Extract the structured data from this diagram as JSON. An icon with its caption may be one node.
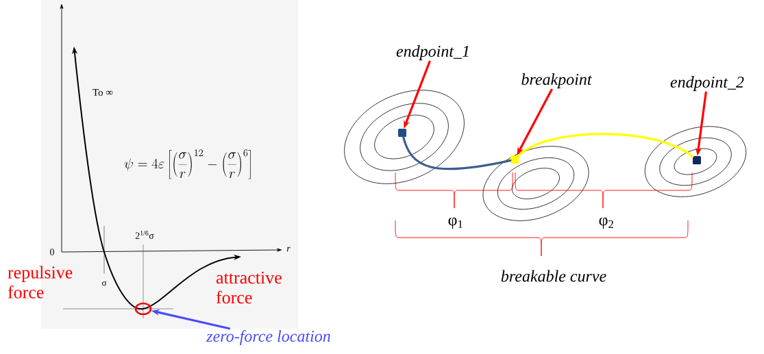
{
  "diagram": {
    "nodes": [
      {
        "text": [
          "zero-force location"
        ]
      },
      {
        "text": [],
        "shape": "circle"
      },
      {
        "text": [
          "endpoint_1"
        ]
      },
      {
        "text": [],
        "shape": "box"
      },
      {
        "text": [
          "breakpoint"
        ]
      },
      {
        "text": [],
        "shape": "box"
      },
      {
        "text": [
          "endpoint_2"
        ]
      },
      {
        "text": [],
        "shape": "box"
      }
    ],
    "edges": [
      {
        "from": 0,
        "to": 1,
        "arrow": "to",
        "color": "#4a4aff"
      },
      {
        "from": 2,
        "to": 3,
        "arrow": "to"
      },
      {
        "from": 4,
        "to": 5,
        "arrow": "to"
      },
      {
        "from": 6,
        "to": 7,
        "arrow": "to"
      },
      {
        "from": 3,
        "to": 5,
        "arrow": "none",
        "color": "#3d5f8f"
      },
      {
        "from": 5,
        "to": 7,
        "arrow": "none",
        "color": "#ffff00"
      }
    ],
    "labels": [
      "To ∞",
      "\\psi = 4\\varepsilon\\left[\\left(\\frac{\\sigma}{r}\\right)^{12}-\\left(\\frac{\\sigma}{r}\\right)^{6}\\right]",
      "0",
      "r",
      "2$^{1/6}$σ",
      "σ",
      "repulsive force",
      "attractive force",
      "φ$_{1}$",
      "φ$_{2}$",
      "breakable curve"
    ]
  }
}
